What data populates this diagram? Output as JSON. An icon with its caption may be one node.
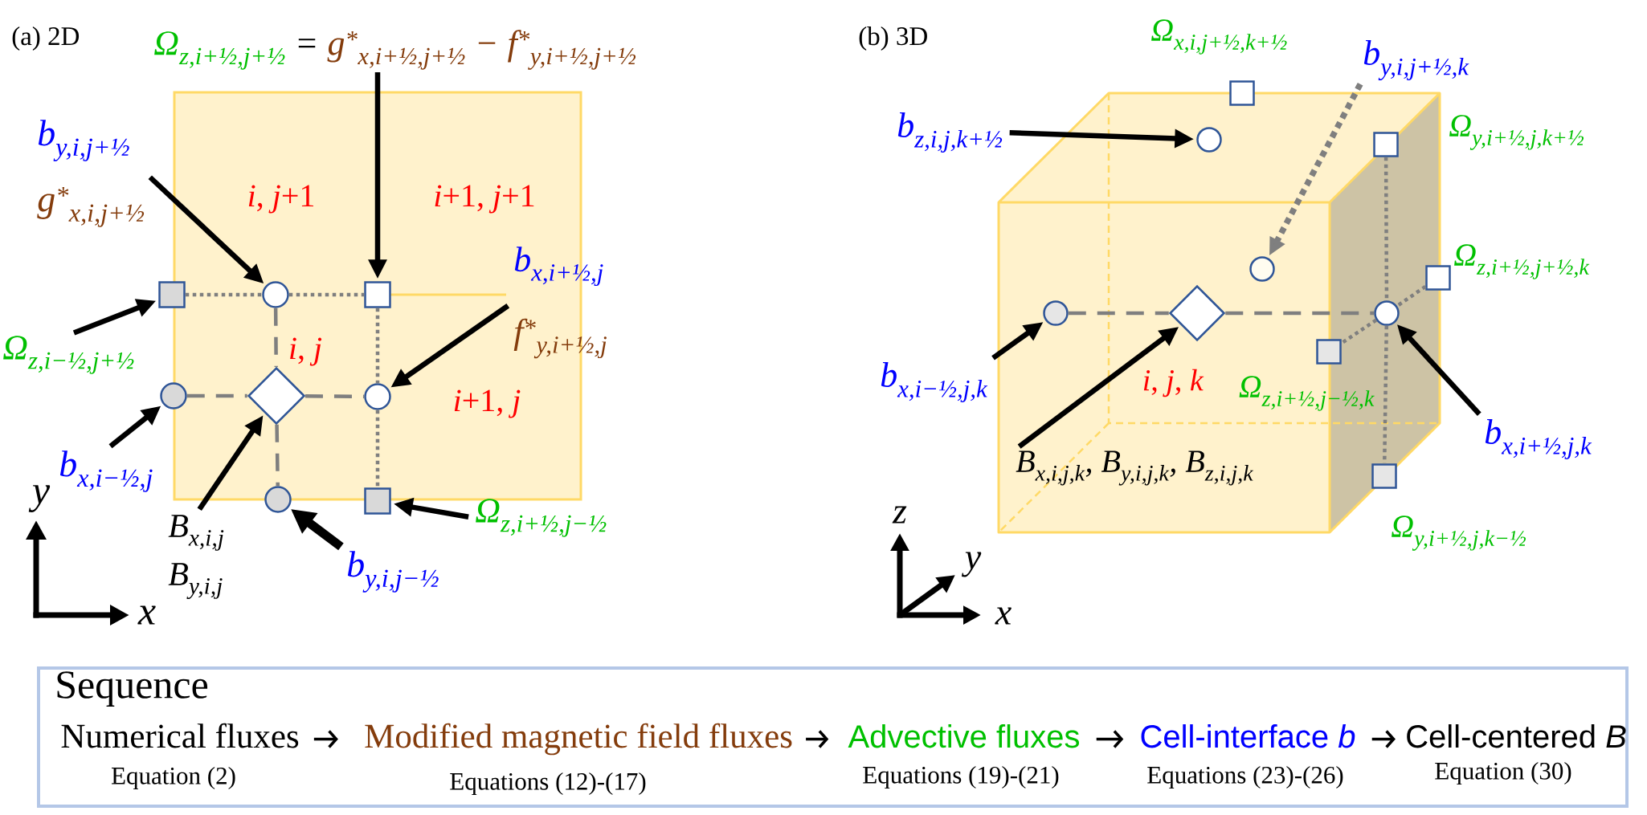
{
  "diagram": {
    "nodes": [
      {
        "text": [
          "Ω$_{z,i+½,j+½}$",
          "=",
          "g$^{*}$$_{x,i+½,j+½}$ − f$^{*}$$_{y,i+½,j+½}$"
        ]
      },
      {
        "text": [
          "b$_{y,i,j+½}$",
          "g$^{*}$$_{x,i,j+½}$"
        ]
      },
      {
        "text": [],
        "shape": "box"
      },
      {
        "text": [],
        "shape": "circle"
      },
      {
        "text": [],
        "shape": "box"
      },
      {
        "text": [
          "b$_{x,i+½,j}$",
          "f$^{*}$$_{y,i+½,j}$"
        ]
      },
      {
        "text": [
          "Ω$_{z,i−½,j+½}$"
        ]
      },
      {
        "text": [],
        "shape": "circle"
      },
      {
        "text": [],
        "shape": "diamond"
      },
      {
        "text": [],
        "shape": "circle"
      },
      {
        "text": [
          "b$_{x,i−½,j}$"
        ]
      },
      {
        "text": [],
        "shape": "circle"
      },
      {
        "text": [],
        "shape": "box"
      },
      {
        "text": [
          "Ω$_{z,i+½,j−½}$"
        ]
      },
      {
        "text": [
          "B$_{x,i,j}$",
          "B$_{y,i,j}$"
        ]
      },
      {
        "text": [
          "b$_{y,i,j−½}$"
        ]
      },
      {
        "text": [],
        "shape": "box",
        "beside": [
          "Ω$_{x,i,j+½,k+½}$"
        ]
      },
      {
        "text": [
          "b$_{y,i,j+½,k}$"
        ]
      },
      {
        "text": [
          "b$_{z,i,j,k+½}$"
        ]
      },
      {
        "text": [],
        "shape": "circle"
      },
      {
        "text": [],
        "shape": "box",
        "beside": [
          "Ω$_{y,i+½,j,k+½}$"
        ]
      },
      {
        "text": [],
        "shape": "circle"
      },
      {
        "text": [],
        "shape": "box",
        "beside": [
          "Ω$_{z,i+½,j+½,k}$"
        ]
      },
      {
        "text": [],
        "shape": "circle"
      },
      {
        "text": [],
        "shape": "diamond"
      },
      {
        "text": [],
        "shape": "circle"
      },
      {
        "text": [],
        "shape": "box",
        "beside": [
          "Ω$_{z,i+½,j−½,k}$"
        ]
      },
      {
        "text": [
          "b$_{x,i−½,j,k}$"
        ]
      },
      {
        "text": [
          "b$_{x,i+½,j,k}$"
        ]
      },
      {
        "text": [
          "B$_{x,i,j,k}$, B$_{y,i,j,k}$, B$_{z,i,j,k}$"
        ]
      },
      {
        "text": [],
        "shape": "box",
        "beside": [
          "Ω$_{y,i+½,j,k−½}$"
        ]
      },
      {
        "text": [
          "Sequence"
        ]
      },
      {
        "text": [
          "Numerical fluxes",
          "Equation (2)"
        ],
        "in": 31
      },
      {
        "text": [
          "Modified magnetic field fluxes",
          "Equations (12)-(17)"
        ],
        "in": 31
      },
      {
        "text": [
          "Advective fluxes",
          "Equations (19)-(21)"
        ],
        "in": 31
      },
      {
        "text": [
          "Cell-interface *b*",
          "Equations (23)-(26)"
        ],
        "in": 31
      },
      {
        "text": [
          "Cell-centered *B*",
          "Equation (30)"
        ],
        "in": 31
      }
    ],
    "edges": [
      {
        "from": 0,
        "to": 4,
        "arrow": "to"
      },
      {
        "from": 1,
        "to": 3,
        "arrow": "to"
      },
      {
        "from": 5,
        "to": 9,
        "arrow": "to"
      },
      {
        "from": 6,
        "to": 2,
        "arrow": "to"
      },
      {
        "from": 10,
        "to": 7,
        "arrow": "to"
      },
      {
        "from": 13,
        "to": 12,
        "arrow": "to"
      },
      {
        "from": 14,
        "to": 8,
        "arrow": "to"
      },
      {
        "from": 15,
        "to": 11,
        "arrow": "to",
        "style": "thick"
      },
      {
        "from": 2,
        "to": 3,
        "arrow": "none",
        "style": "dashed",
        "color": "#7f7f7f"
      },
      {
        "from": 3,
        "to": 4,
        "arrow": "none",
        "style": "dashed",
        "color": "#7f7f7f"
      },
      {
        "from": 4,
        "to": 9,
        "arrow": "none",
        "style": "dashed",
        "color": "#7f7f7f"
      },
      {
        "from": 9,
        "to": 12,
        "arrow": "none",
        "style": "dashed",
        "color": "#7f7f7f"
      },
      {
        "from": 7,
        "to": 8,
        "arrow": "none",
        "style": "dashed",
        "color": "#7f7f7f"
      },
      {
        "from": 8,
        "to": 9,
        "arrow": "none",
        "style": "dashed",
        "color": "#7f7f7f"
      },
      {
        "from": 3,
        "to": 8,
        "arrow": "none",
        "style": "dashed",
        "color": "#7f7f7f"
      },
      {
        "from": 8,
        "to": 11,
        "arrow": "none",
        "style": "dashed",
        "color": "#7f7f7f"
      },
      {
        "from": 17,
        "to": 21,
        "arrow": "to",
        "style": "dashed",
        "color": "#7f7f7f"
      },
      {
        "from": 18,
        "to": 19,
        "arrow": "to"
      },
      {
        "from": 27,
        "to": 23,
        "arrow": "to"
      },
      {
        "from": 29,
        "to": 24,
        "arrow": "to"
      },
      {
        "from": 28,
        "to": 25,
        "arrow": "to"
      },
      {
        "from": 23,
        "to": 24,
        "arrow": "none",
        "style": "dashed",
        "color": "#7f7f7f"
      },
      {
        "from": 24,
        "to": 25,
        "arrow": "none",
        "style": "dashed",
        "color": "#7f7f7f"
      },
      {
        "from": 20,
        "to": 25,
        "arrow": "none",
        "style": "dashed",
        "color": "#7f7f7f"
      },
      {
        "from": 25,
        "to": 30,
        "arrow": "none",
        "style": "dashed",
        "color": "#7f7f7f"
      },
      {
        "from": 22,
        "to": 25,
        "arrow": "none",
        "style": "dashed",
        "color": "#7f7f7f"
      },
      {
        "from": 25,
        "to": 26,
        "arrow": "none",
        "style": "dashed",
        "color": "#7f7f7f"
      },
      {
        "from": 32,
        "to": 33,
        "arrow": "to"
      },
      {
        "from": 33,
        "to": 34,
        "arrow": "to"
      },
      {
        "from": 34,
        "to": 35,
        "arrow": "to"
      },
      {
        "from": 35,
        "to": 36,
        "arrow": "to"
      }
    ],
    "labels": [
      "(a) 2D",
      "(b) 3D",
      "*i*, *j*+1",
      "*i*+1, *j*+1",
      "*i*, *j*",
      "*i*+1, *j*",
      "*i*, *j*, *k*",
      "y",
      "x",
      "z",
      "y",
      "x"
    ]
  }
}
